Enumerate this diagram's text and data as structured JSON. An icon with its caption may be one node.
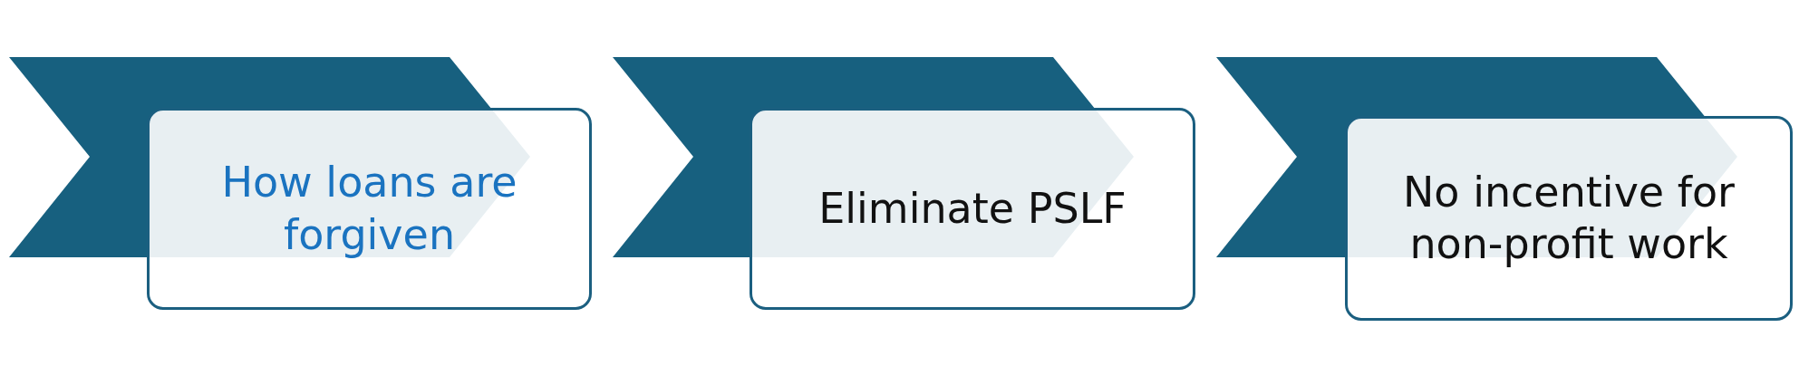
{
  "diagram": {
    "nodes": [
      {
        "text": [
          "How loans are forgiven"
        ]
      },
      {
        "text": [
          "Eliminate PSLF"
        ]
      },
      {
        "text": [
          "No incentive for non-profit work"
        ]
      }
    ]
  }
}
